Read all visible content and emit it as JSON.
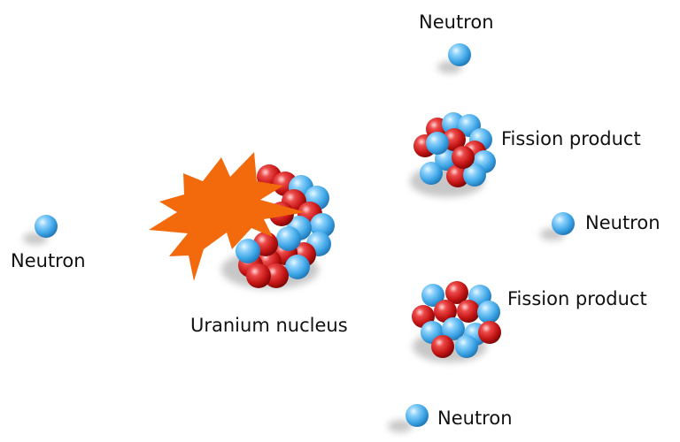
{
  "labels": {
    "neutron_left": "Neutron",
    "neutron_top": "Neutron",
    "neutron_right": "Neutron",
    "neutron_bottom": "Neutron",
    "fission_product_top": "Fission product",
    "fission_product_bottom": "Fission product",
    "uranium_nucleus": "Uranium nucleus"
  },
  "colors": {
    "neutron": "#3da5e6",
    "proton": "#c41414",
    "impact_burst": "#f26a0c",
    "shadow": "#9a9a9a"
  },
  "icons": {
    "particle": "sphere",
    "impact": "starburst"
  }
}
